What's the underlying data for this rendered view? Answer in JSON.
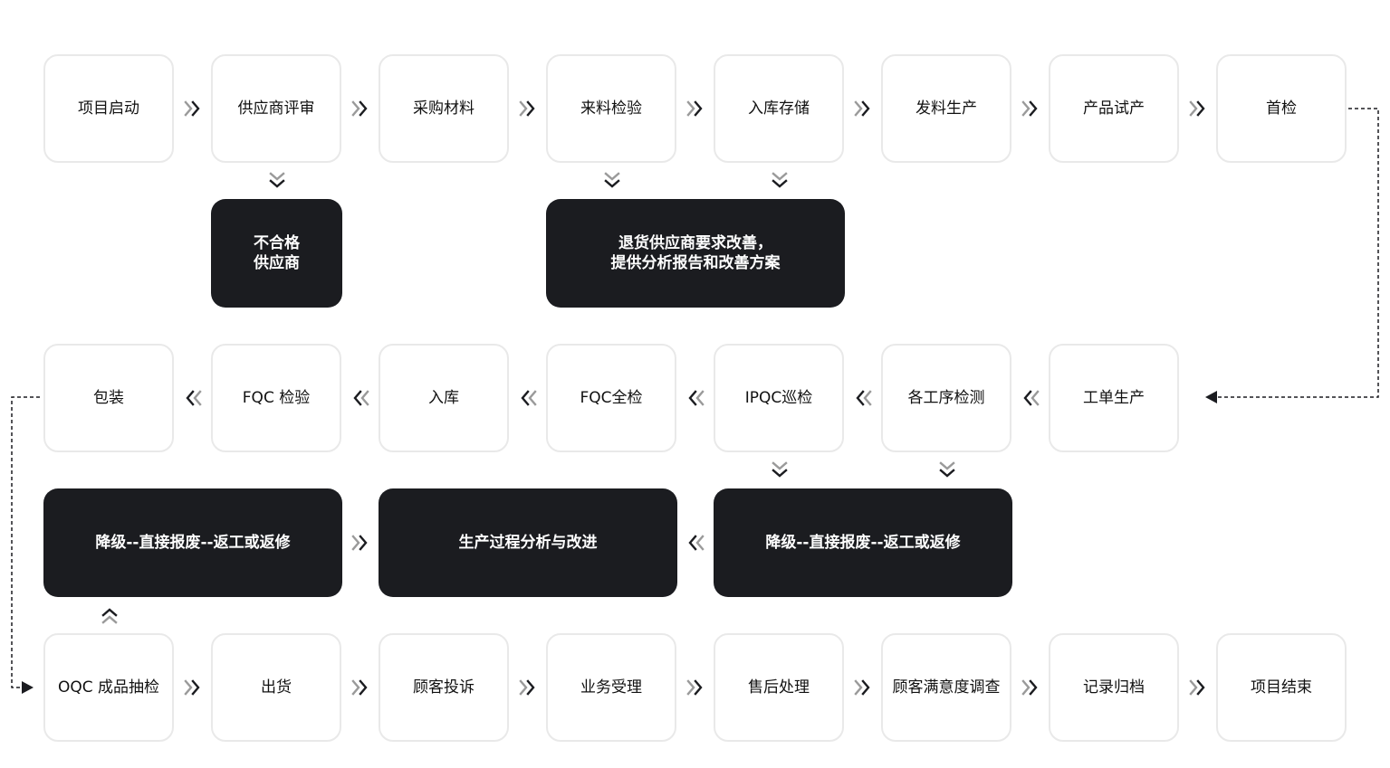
{
  "row1": [
    "项目启动",
    "供应商评审",
    "采购材料",
    "来料检验",
    "入库存储",
    "发料生产",
    "产品试产",
    "首检"
  ],
  "row1_notes": {
    "unqualified_supplier": "不合格\n供应商",
    "return_goods": "退货供应商要求改善，\n提供分析报告和改善方案"
  },
  "row2": [
    "包装",
    "FQC 检验",
    "入库",
    "FQC全检",
    "IPQC巡检",
    "各工序检测",
    "工单生产"
  ],
  "row2_notes": {
    "downgrade_left": "降级--直接报废--返工或返修",
    "analysis": "生产过程分析与改进",
    "downgrade_right": "降级--直接报废--返工或返修"
  },
  "row3": [
    "OQC 成品抽检",
    "出货",
    "顾客投诉",
    "业务受理",
    "售后处理",
    "顾客满意度调查",
    "记录归档",
    "项目结束"
  ],
  "colors": {
    "dark_box": "#1b1c20",
    "light_border": "#e9e9e9",
    "arrow": "#1b1c20",
    "arrow_fade": "#9a9a9a"
  }
}
